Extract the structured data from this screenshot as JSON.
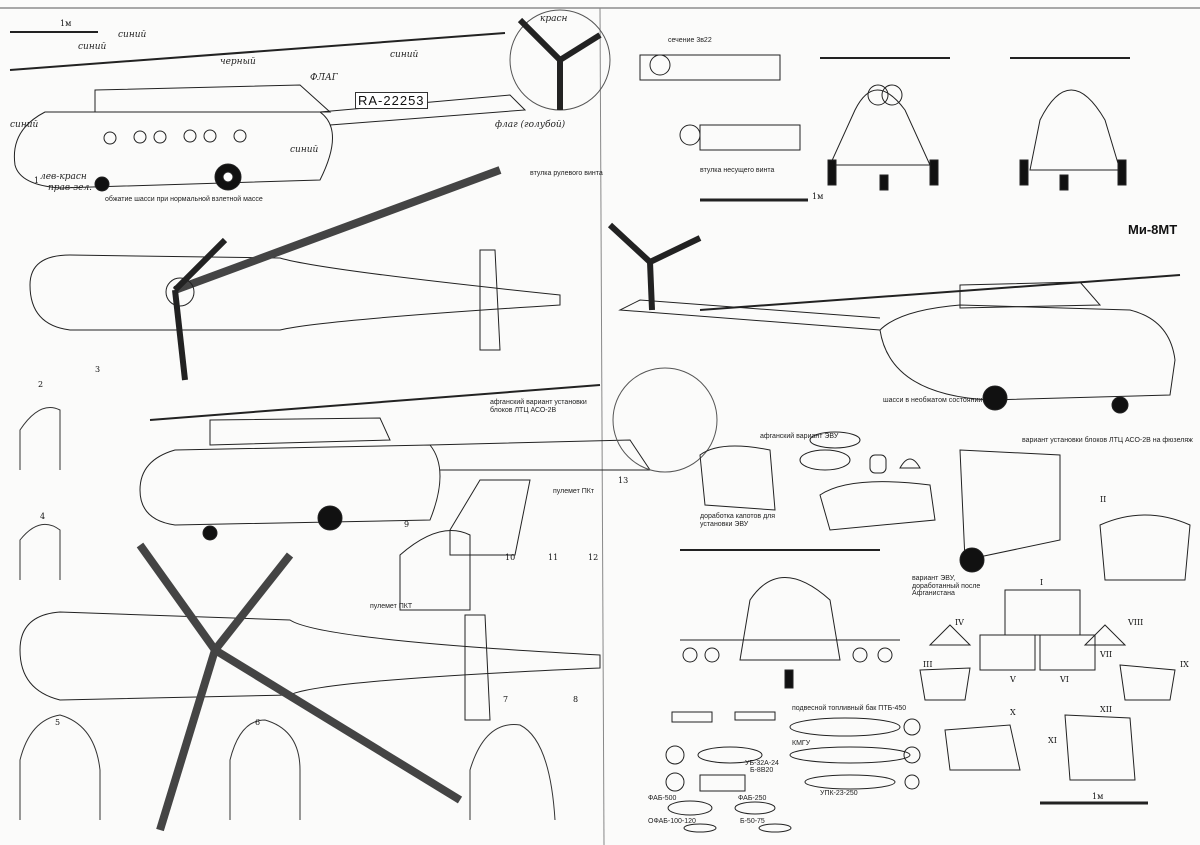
{
  "title": "Ми-8МТ",
  "scale_label": "1м",
  "registration": "RA-22253",
  "handwritten_notes": [
    "синий",
    "синий",
    "черный",
    "ФЛАГ",
    "синий",
    "красн",
    "лев-красн",
    "прав-зел.",
    "синий",
    "синий",
    "флаг (голубой)"
  ],
  "captions": {
    "chassis_compressed": "обжатие шасси при нормальной взлетной массе",
    "tail_rotor_hub": "втулка рулевого винта",
    "section": "сечение 3в22",
    "main_rotor_hub": "втулка несущего винта",
    "chassis_uncompressed": "шасси в необжатом состоянии",
    "afghan_asо": "афганский вариант установки блоков ЛТЦ АСО-2В",
    "pkt_gun_1": "пулемет ПКт",
    "pkt_gun_2": "пулемет ПКТ",
    "afghan_evu": "афганский вариант ЭВУ",
    "cowl_mod": "доработка капотов для установки ЭВУ",
    "aso_fuselage": "вариант установки блоков ЛТЦ АСО-2В на фюзеляж",
    "evu_post": "вариант ЭВУ, доработанный после Афганистана"
  },
  "weapons": [
    "подвесной топливный бак ПТБ-450",
    "КМГУ",
    "УБ-32А-24",
    "Б-8В20",
    "УПК-23-250",
    "ФАБ-500",
    "ФАБ-250",
    "ОФАБ-100-120",
    "Б-50-75"
  ],
  "section_numbers": [
    "1",
    "2",
    "3",
    "4",
    "5",
    "6",
    "7",
    "8",
    "9",
    "10",
    "11",
    "12",
    "13"
  ],
  "panel_numbers": [
    "I",
    "II",
    "III",
    "IV",
    "V",
    "VI",
    "VII",
    "VIII",
    "IX",
    "X",
    "XI",
    "XII"
  ]
}
